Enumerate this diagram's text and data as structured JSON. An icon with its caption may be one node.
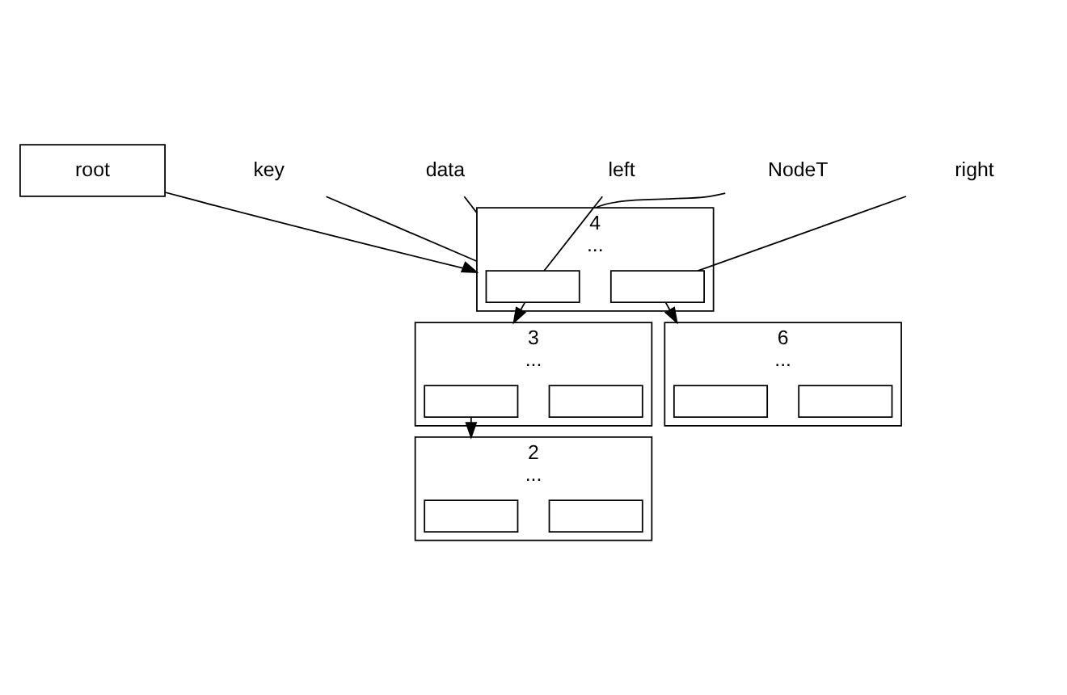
{
  "diagram": {
    "nodes": [
      {
        "text": [
          "root"
        ]
      },
      {
        "text": [
          "4",
          "..."
        ]
      },
      {
        "text": [],
        "shape": "box",
        "in": 1
      },
      {
        "text": [],
        "shape": "box",
        "in": 1
      },
      {
        "text": [
          "3",
          "..."
        ]
      },
      {
        "text": [],
        "shape": "box",
        "in": 4
      },
      {
        "text": [],
        "shape": "box",
        "in": 4
      },
      {
        "text": [
          "6",
          "..."
        ]
      },
      {
        "text": [],
        "shape": "box",
        "in": 7
      },
      {
        "text": [],
        "shape": "box",
        "in": 7
      },
      {
        "text": [
          "2",
          "..."
        ]
      },
      {
        "text": [],
        "shape": "box",
        "in": 10
      },
      {
        "text": [],
        "shape": "box",
        "in": 10
      },
      {
        "text": [
          "key"
        ]
      },
      {
        "text": [
          "data"
        ]
      },
      {
        "text": [
          "left"
        ]
      },
      {
        "text": [
          "right"
        ]
      },
      {
        "text": [
          "NodeT"
        ]
      }
    ],
    "edges": [
      {
        "from": 0,
        "to": 1,
        "arrow": "to"
      },
      {
        "from": 2,
        "to": 4,
        "arrow": "to"
      },
      {
        "from": 3,
        "to": 7,
        "arrow": "to"
      },
      {
        "from": 5,
        "to": 10,
        "arrow": "to"
      },
      {
        "from": 13,
        "to": 1,
        "arrow": "none"
      },
      {
        "from": 14,
        "to": 1,
        "arrow": "none"
      },
      {
        "from": 15,
        "to": 2,
        "arrow": "none"
      },
      {
        "from": 16,
        "to": 3,
        "arrow": "none"
      },
      {
        "from": 17,
        "to": 1,
        "arrow": "none"
      }
    ]
  }
}
